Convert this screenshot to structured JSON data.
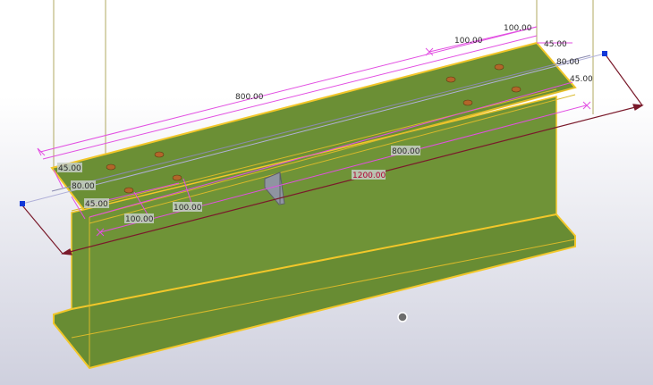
{
  "viewport": {
    "background_top": "#ffffff",
    "background_bottom": "#cfd0de",
    "beam_color": "#6b8f35",
    "highlight_color": "#f2c72a",
    "dimension_line_color": "#e24fe2",
    "main_dimension_color": "#7a1a2b"
  },
  "dimensions": {
    "top_overall": "800.00",
    "top_right_spacing_1": "100.00",
    "top_right_spacing_2": "100.00",
    "right_edge_1": "45.00",
    "right_edge_2": "80.00",
    "right_edge_3": "45.00",
    "left_edge_1": "45.00",
    "left_edge_2": "80.00",
    "left_edge_3": "45.00",
    "bottom_spacing_1": "100.00",
    "bottom_spacing_2": "100.00",
    "mid_overall": "800.00",
    "beam_length": "1200.00"
  }
}
